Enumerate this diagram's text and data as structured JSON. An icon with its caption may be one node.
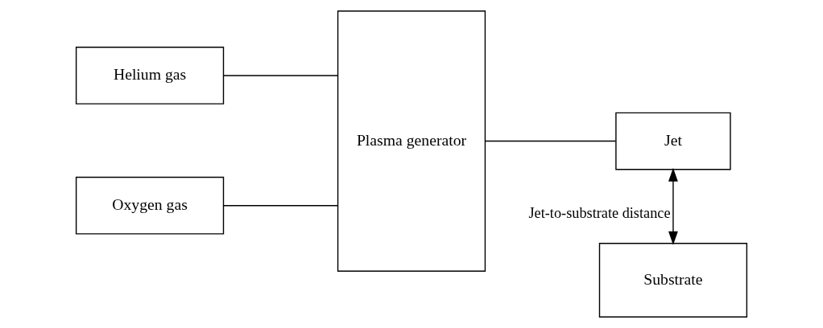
{
  "diagram": {
    "nodes": [
      {
        "text": [
          "Helium gas"
        ]
      },
      {
        "text": [
          "Plasma generator"
        ]
      },
      {
        "text": [
          "Jet"
        ]
      },
      {
        "text": [
          "Oxygen gas"
        ]
      },
      {
        "text": [
          "Substrate"
        ]
      }
    ],
    "edges": [
      {
        "from": 0,
        "to": 1,
        "arrow": "none"
      },
      {
        "from": 3,
        "to": 1,
        "arrow": "none"
      },
      {
        "from": 1,
        "to": 2,
        "arrow": "none"
      },
      {
        "from": 2,
        "to": 4,
        "arrow": "both",
        "label": "Jet-to-substrate distance"
      }
    ]
  }
}
